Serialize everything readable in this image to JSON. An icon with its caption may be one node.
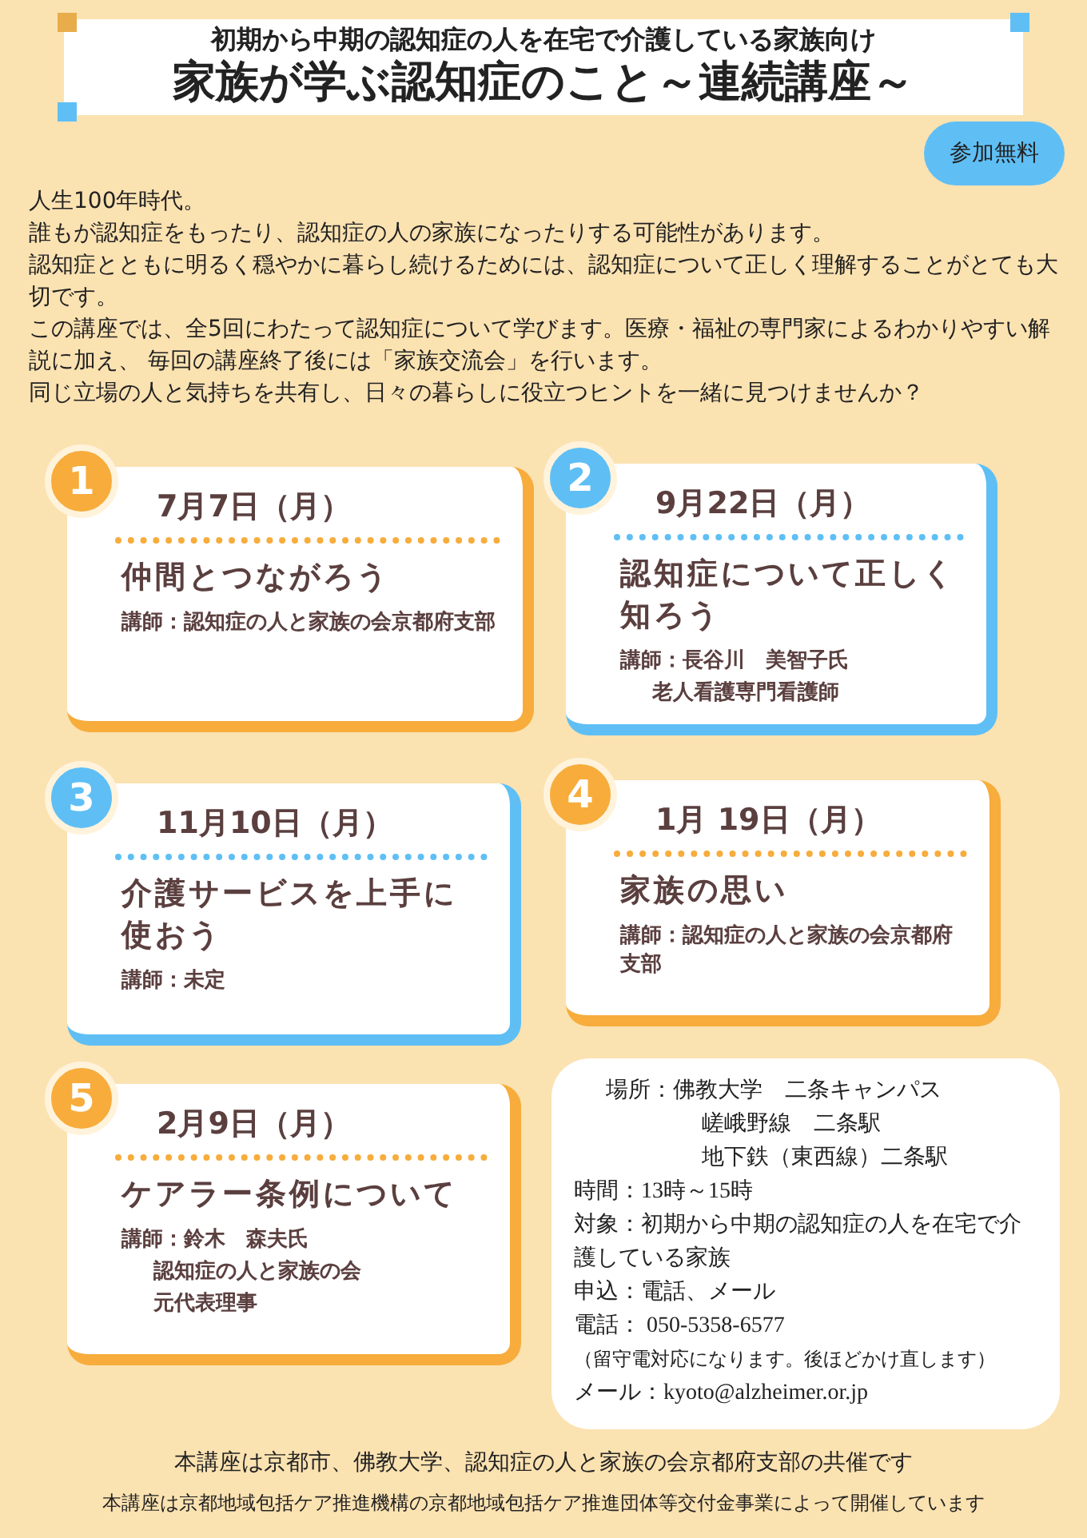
{
  "diagram": {
    "nodes": [
      {
        "text": [
          "初期から中期の認知症の人を在宅で介護している家族向け",
          "家族が学ぶ認知症のこと～連続講座～"
        ]
      },
      {
        "text": [
          "参加無料"
        ]
      },
      {
        "text": [
          "1"
        ]
      },
      {
        "text": [
          "7月7日（月）",
          "仲間とつながろう",
          "講師：認知症の人と家族の会京都府支部"
        ]
      },
      {
        "text": [
          "2"
        ]
      },
      {
        "text": [
          "9月22日（月）",
          "認知症について正しく知ろう",
          "講師：長谷川　美智子氏",
          "老人看護専門看護師"
        ]
      },
      {
        "text": [
          "3"
        ]
      },
      {
        "text": [
          "11月10日（月）",
          "介護サービスを上手に使おう",
          "講師：未定"
        ]
      },
      {
        "text": [
          "4"
        ]
      },
      {
        "text": [
          "1月 19日（月）",
          "家族の思い",
          "講師：認知症の人と家族の会京都府支部"
        ]
      },
      {
        "text": [
          "5"
        ]
      },
      {
        "text": [
          "2月9日（月）",
          "ケアラー条例について",
          "講師：鈴木　森夫氏",
          "認知症の人と家族の会",
          "元代表理事"
        ]
      },
      {
        "text": [
          "場所：佛教大学　二条キャンパス",
          "嵯峨野線　二条駅",
          "地下鉄（東西線）二条駅",
          "時間：13時～15時",
          "対象：初期から中期の認知症の人を在宅で介護している家族",
          "申込：電話、メール",
          "電話： 050-5358-6577",
          "（留守電対応になります。後ほどかけ直します）",
          "メール：kyoto@alzheimer.or.jp"
        ]
      }
    ],
    "labels": [
      "人生100年時代。",
      "誰もが認知症をもったり、認知症の人の家族になったりする可能性があります。",
      "認知症とともに明るく穏やかに暮らし続けるためには、認知症について正しく理解することがとても大切です。",
      "この講座では、全5回にわたって認知症について学びます。医療・福祉の専門家によるわかりやすい解説に加え、 毎回の講座終了後には「家族交流会」を行います。",
      "同じ立場の人と気持ちを共有し、日々の暮らしに役立つヒントを一緒に見つけませんか？",
      "本講座は京都市、佛教大学、認知症の人と家族の会京都府支部の共催です",
      "本講座は京都地域包括ケア推進機構の京都地域包括ケア推進団体等交付金事業によって開催しています"
    ]
  }
}
